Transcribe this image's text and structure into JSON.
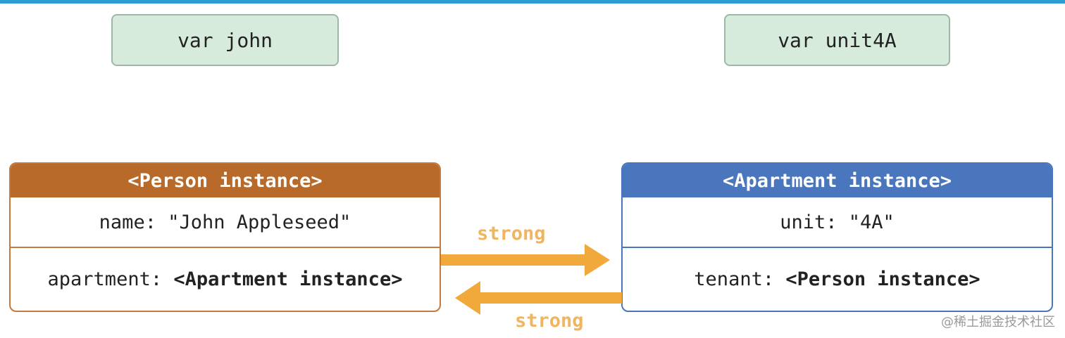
{
  "variables": {
    "john": "var john",
    "unit4A": "var unit4A"
  },
  "person_instance": {
    "header": "<Person instance>",
    "name_label": "name: ",
    "name_value": "\"John Appleseed\"",
    "apartment_label": "apartment: ",
    "apartment_value": "<Apartment instance>"
  },
  "apartment_instance": {
    "header": "<Apartment instance>",
    "unit_label": "unit: ",
    "unit_value": "\"4A\"",
    "tenant_label": "tenant: ",
    "tenant_value": "<Person instance>"
  },
  "references": {
    "forward_label": "strong",
    "backward_label": "strong"
  },
  "colors": {
    "person": "#b86a2b",
    "apartment": "#4a76bd",
    "variable": "#d6ebdb",
    "arrow": "#f2a93c"
  },
  "watermark": "@稀土掘金技术社区"
}
